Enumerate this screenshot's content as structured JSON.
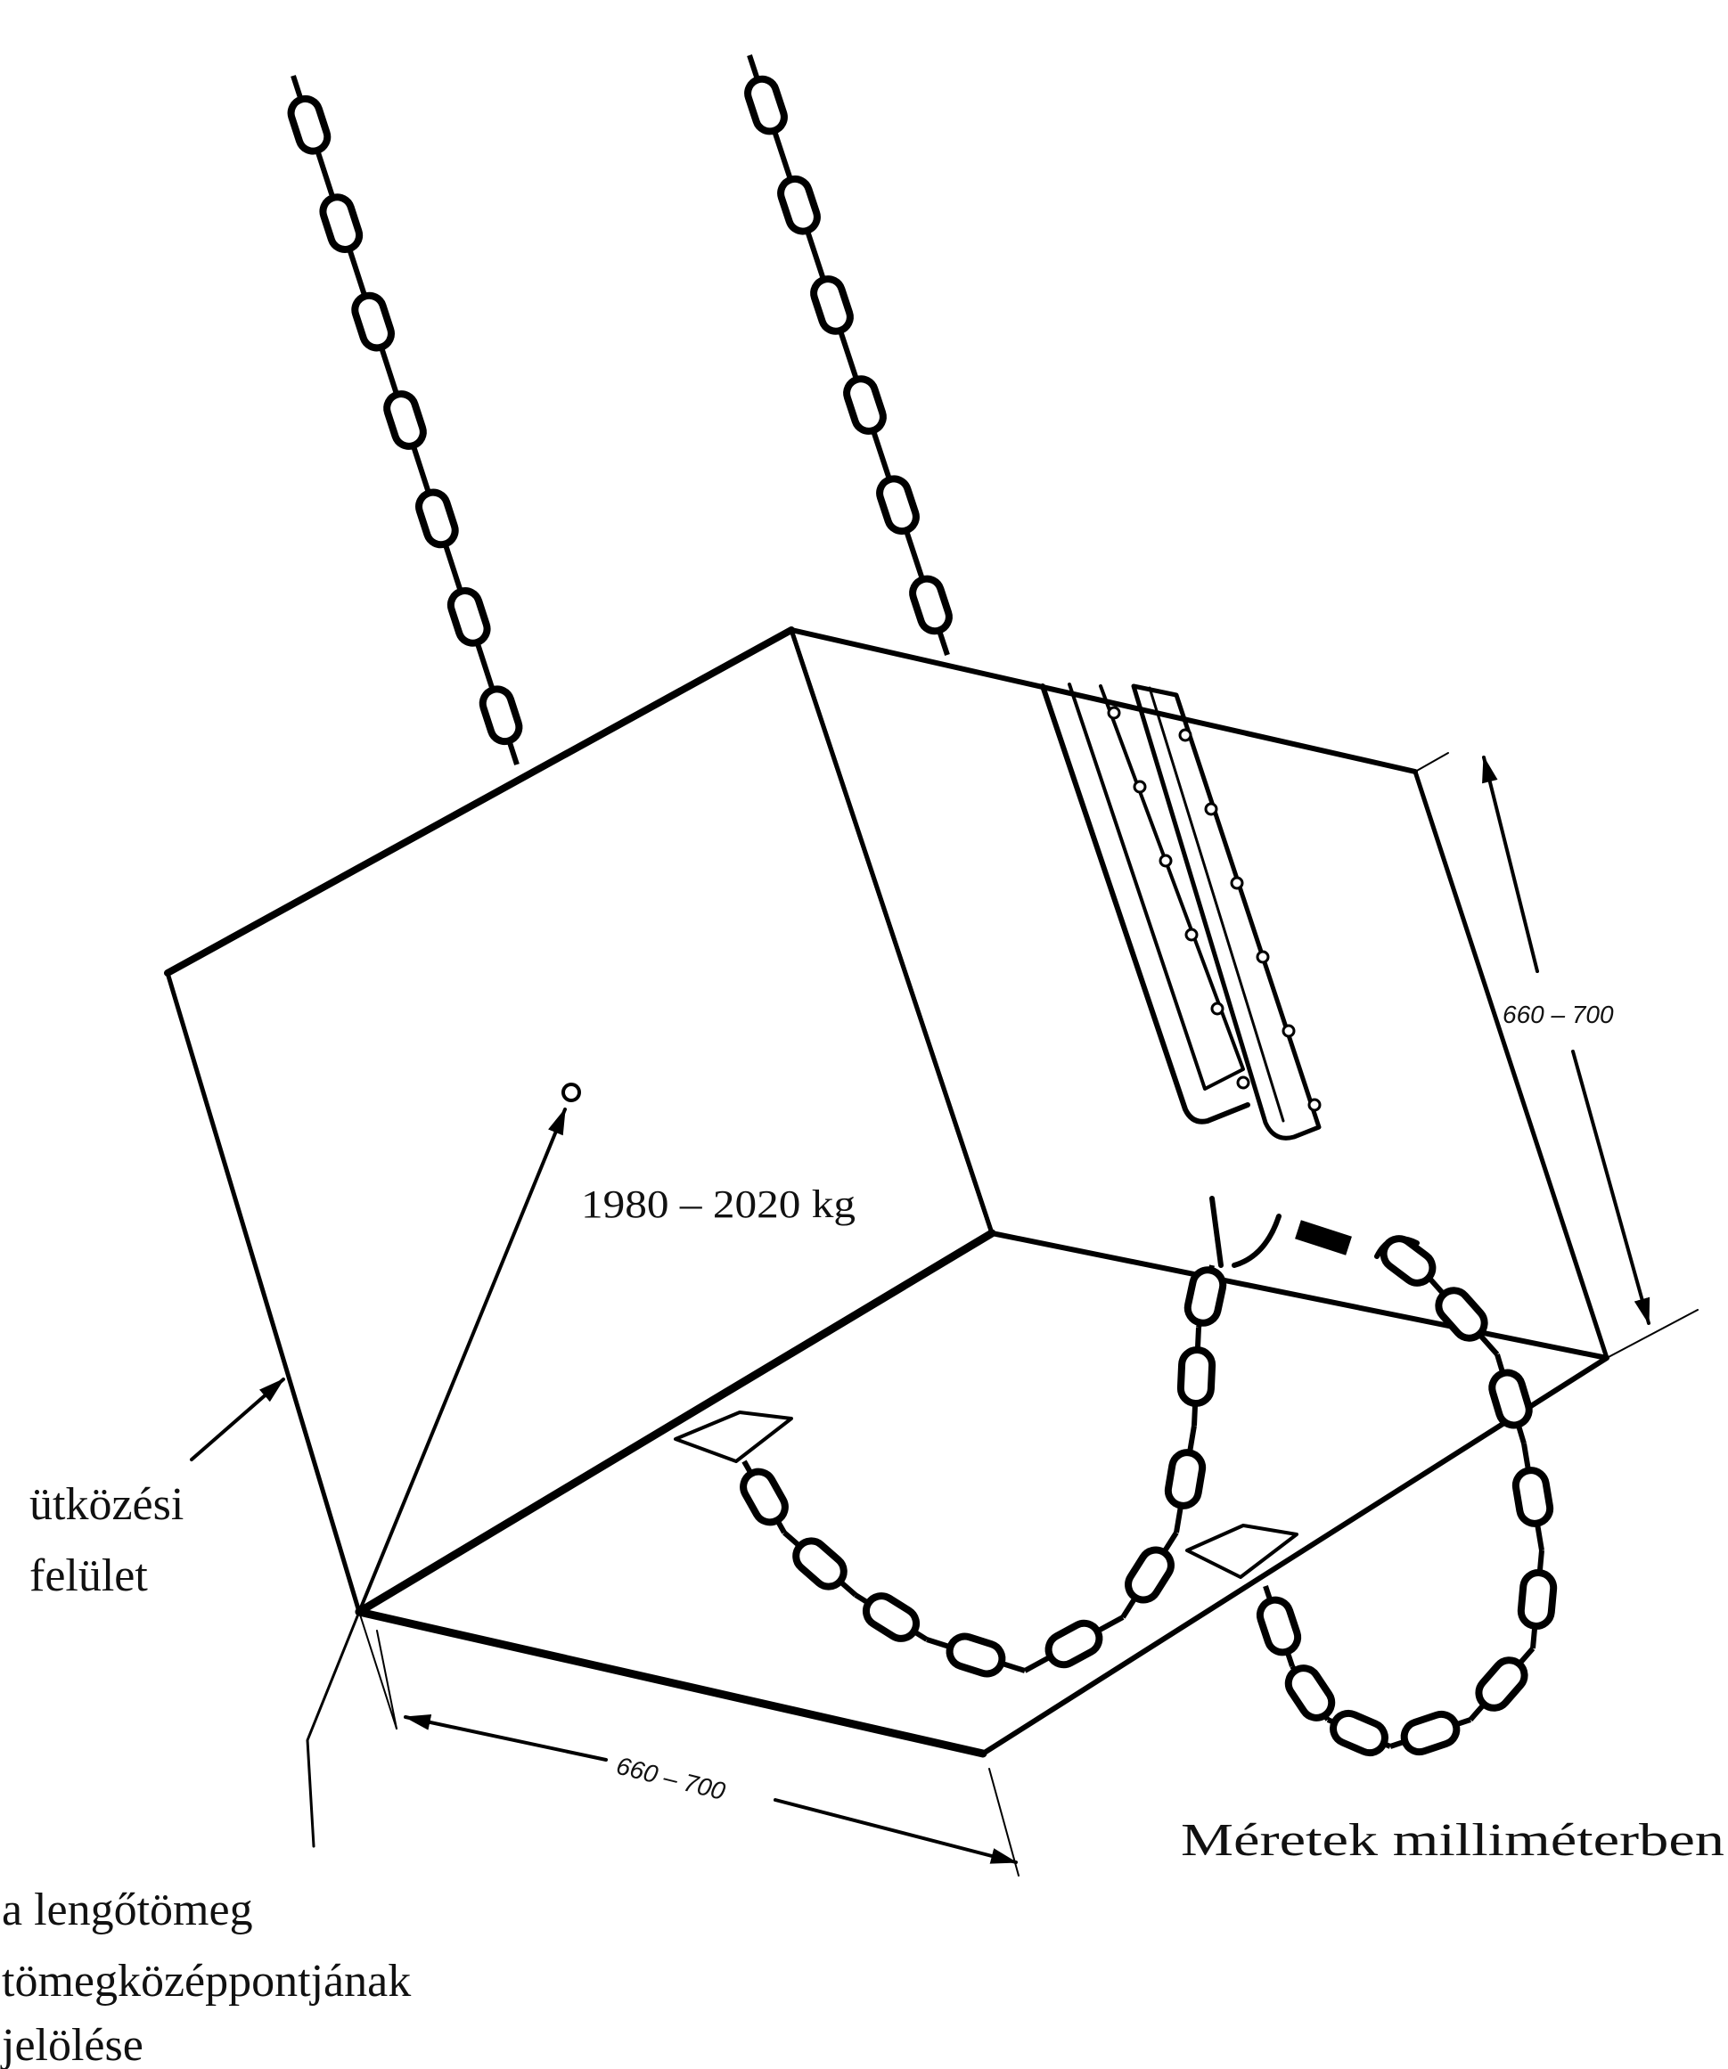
{
  "diagram": {
    "mass_label": "1980 – 2020 kg",
    "dimension_vertical": "660 – 700",
    "dimension_bottom": "660 – 700",
    "impact_surface_label": [
      "ütközési",
      "felület"
    ],
    "center_of_mass_label": [
      "a lengőtömeg",
      "tömegközéppontjának",
      "jelölése"
    ],
    "units_note": "Méretek milliméterben"
  },
  "colors": {
    "line": "#000000",
    "background": "#ffffff"
  }
}
